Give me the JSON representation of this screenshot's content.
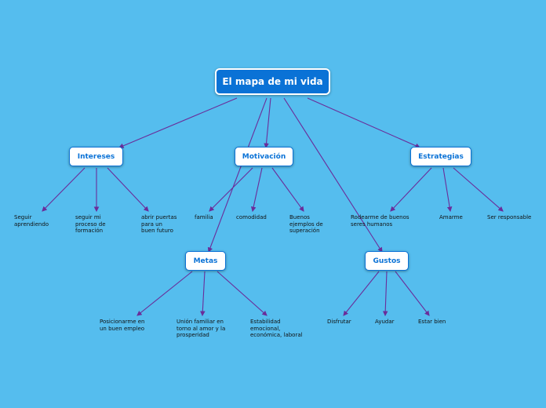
{
  "colors": {
    "background": "#55bdee",
    "root": "#0a72d6",
    "link": "#6a2d9a"
  },
  "root": {
    "title": "El mapa de mi vida"
  },
  "branches": [
    {
      "label": "Intereses",
      "leaves": [
        "Seguir\naprendiendo",
        "seguir mi\nproceso de\nformación",
        "abrir puertas\npara un\nbuen futuro"
      ]
    },
    {
      "label": "Motivación",
      "leaves": [
        "familia",
        "comodidad",
        "Buenos\nejemplos de\nsuperación"
      ]
    },
    {
      "label": "Estrategias",
      "leaves": [
        "Rodearme de buenos\nseres humanos",
        "Amarme",
        "Ser responsable"
      ]
    },
    {
      "label": "Metas",
      "leaves": [
        "Posicionarme en\nun buen empleo",
        "Unión familiar en\ntorno al amor y la\nprosperidad",
        "Estabilidad\nemocional,\neconómica, laboral"
      ]
    },
    {
      "label": "Gustos",
      "leaves": [
        "Disfrutar",
        "Ayudar",
        "Estar bien"
      ]
    }
  ]
}
